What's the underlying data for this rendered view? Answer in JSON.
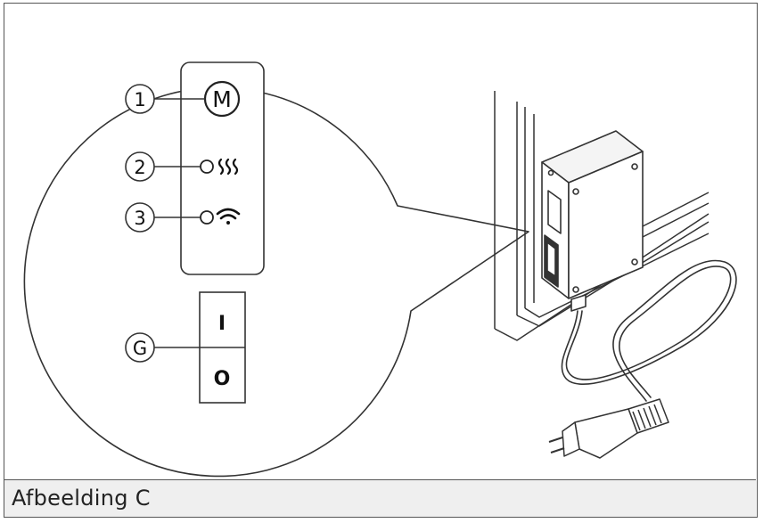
{
  "caption": "Afbeelding C",
  "panel": {
    "mode_button_symbol": "M"
  },
  "switch": {
    "on_symbol": "I",
    "off_symbol": "O"
  },
  "callouts": [
    {
      "label": "1",
      "target": "mode-button"
    },
    {
      "label": "2",
      "target": "heating-indicator"
    },
    {
      "label": "3",
      "target": "wifi-indicator"
    },
    {
      "label": "G",
      "target": "power-switch"
    }
  ]
}
